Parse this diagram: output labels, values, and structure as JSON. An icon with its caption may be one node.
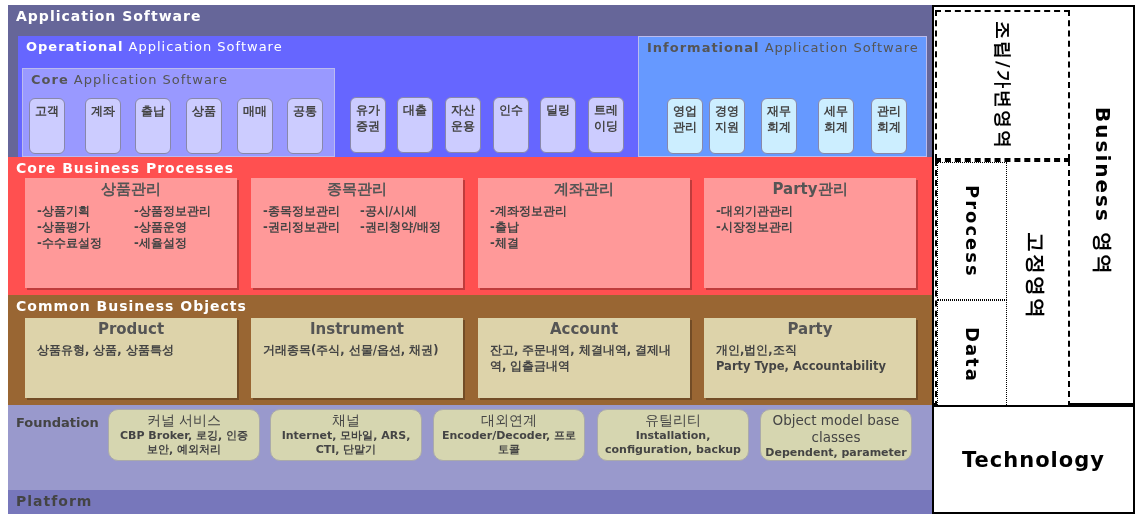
{
  "diagram": {
    "nodes": [
      {
        "text": [
          "Application Software"
        ]
      },
      {
        "text": [
          "**Operational** Application Software"
        ],
        "in": 0
      },
      {
        "text": [
          "**Core** Application Software"
        ],
        "in": 1
      },
      {
        "text": [
          "고객"
        ],
        "in": 2
      },
      {
        "text": [
          "계좌"
        ],
        "in": 2
      },
      {
        "text": [
          "출납"
        ],
        "in": 2
      },
      {
        "text": [
          "상품"
        ],
        "in": 2
      },
      {
        "text": [
          "매매"
        ],
        "in": 2
      },
      {
        "text": [
          "공통"
        ],
        "in": 2
      },
      {
        "text": [
          "유가증권"
        ],
        "in": 1
      },
      {
        "text": [
          "대출"
        ],
        "in": 1
      },
      {
        "text": [
          "자산운용"
        ],
        "in": 1
      },
      {
        "text": [
          "인수"
        ],
        "in": 1
      },
      {
        "text": [
          "딜링"
        ],
        "in": 1
      },
      {
        "text": [
          "트레이딩"
        ],
        "in": 1
      },
      {
        "text": [
          "**Informational** Application Software"
        ],
        "in": 0
      },
      {
        "text": [
          "영업관리"
        ],
        "in": 15
      },
      {
        "text": [
          "경영지원"
        ],
        "in": 15
      },
      {
        "text": [
          "재무회계"
        ],
        "in": 15
      },
      {
        "text": [
          "세무회계"
        ],
        "in": 15
      },
      {
        "text": [
          "관리회계"
        ],
        "in": 15
      },
      {
        "text": [
          "Core Business Processes"
        ]
      },
      {
        "text": [
          "상품관리",
          "-상품기획",
          "-상품정보관리",
          "-상품평가",
          "-상품운영",
          "-수수료설정",
          "-세율설정"
        ],
        "in": 21
      },
      {
        "text": [
          "종목관리",
          "-종목정보관리",
          "-공시/시세",
          "-권리정보관리",
          "-권리청약/배정"
        ],
        "in": 21
      },
      {
        "text": [
          "계좌관리",
          "-계좌정보관리",
          "-출납",
          "-체결"
        ],
        "in": 21
      },
      {
        "text": [
          "Party관리",
          "-대외기관관리",
          "-시장정보관리"
        ],
        "in": 21
      },
      {
        "text": [
          "Common Business Objects"
        ]
      },
      {
        "text": [
          "Product",
          "상품유형, 상품, 상품특성"
        ],
        "in": 26
      },
      {
        "text": [
          "Instrument",
          "거래종목(주식, 선물/옵션, 채권)"
        ],
        "in": 26
      },
      {
        "text": [
          "Account",
          "잔고, 주문내역, 체결내역, 결제내역, 입출금내역"
        ],
        "in": 26
      },
      {
        "text": [
          "Party",
          "개인,법인,조직",
          "Party Type, Accountability"
        ],
        "in": 26
      },
      {
        "text": [
          "Foundation"
        ]
      },
      {
        "text": [
          "커널 서비스",
          "CBP Broker, 로깅, 인증 보안, 예외처리"
        ],
        "in": 31
      },
      {
        "text": [
          "채널",
          "Internet, 모바일, ARS, CTI, 단말기"
        ],
        "in": 31
      },
      {
        "text": [
          "대외연계",
          "Encoder/Decoder, 프로토콜"
        ],
        "in": 31
      },
      {
        "text": [
          "유틸리티",
          "Installation, configuration, backup"
        ],
        "in": 31
      },
      {
        "text": [
          "Object model base classes",
          "Dependent, parameter"
        ],
        "in": 31
      },
      {
        "text": [
          "Platform"
        ]
      },
      {
        "text": [
          "Business 영역"
        ]
      },
      {
        "text": [
          "조립/가변영역"
        ],
        "in": 38
      },
      {
        "text": [
          "고정영역"
        ],
        "in": 38
      },
      {
        "text": [
          "Process"
        ],
        "in": 40
      },
      {
        "text": [
          "Data"
        ],
        "in": 40
      },
      {
        "text": [
          "Technology"
        ]
      }
    ]
  }
}
